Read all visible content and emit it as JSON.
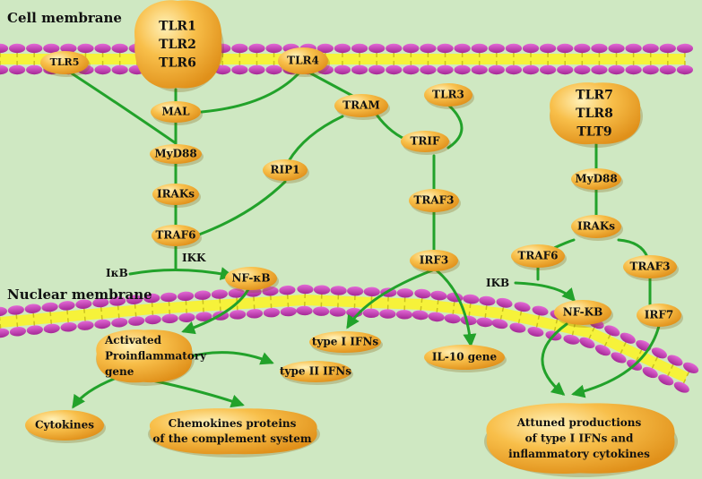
{
  "labels": {
    "cell_membrane": "Cell membrane",
    "nuclear_membrane": "Nuclear membrane",
    "ikb_left": "IκB",
    "ikk": "IKK",
    "ikb_right": "IKB"
  },
  "nodes": {
    "tlr126": [
      "TLR1",
      "TLR2",
      "TLR6"
    ],
    "tlr5": "TLR5",
    "tlr4": "TLR4",
    "mal": "MAL",
    "tram": "TRAM",
    "tlr3": "TLR3",
    "tlr789": [
      "TLR7",
      "TLR8",
      "TLT9"
    ],
    "myd88_left": "MyD88",
    "trif": "TRIF",
    "rip1": "RIP1",
    "iraks_left": "IRAKs",
    "traf3_mid": "TRAF3",
    "traf6_left": "TRAF6",
    "irf3": "IRF3",
    "nfkb_left": "NF-κB",
    "myd88_right": "MyD88",
    "iraks_right": "IRAKs",
    "traf6_right": "TRAF6",
    "traf3_right": "TRAF3",
    "nfkb_right": "NF-KB",
    "irf7": "IRF7",
    "activated_gene": [
      "Activated",
      "Proinflammatory",
      "gene"
    ],
    "type1_ifns": "type I IFNs",
    "type2_ifns": "type II IFNs",
    "il10_gene": "IL-10 gene",
    "cytokines": "Cytokines",
    "chemokines": [
      "Chemokines proteins",
      "of the complement system"
    ],
    "attuned": [
      "Attuned productions",
      "of type I IFNs and",
      "inflammatory cytokines"
    ]
  },
  "colors": {
    "background": "#cfe8c2",
    "node_fill": "#f5a623",
    "node_highlight": "#ffe08a",
    "line": "#22a22a",
    "lipid_head": "#c43fb4",
    "lipid_tail": "#f6f23a"
  }
}
